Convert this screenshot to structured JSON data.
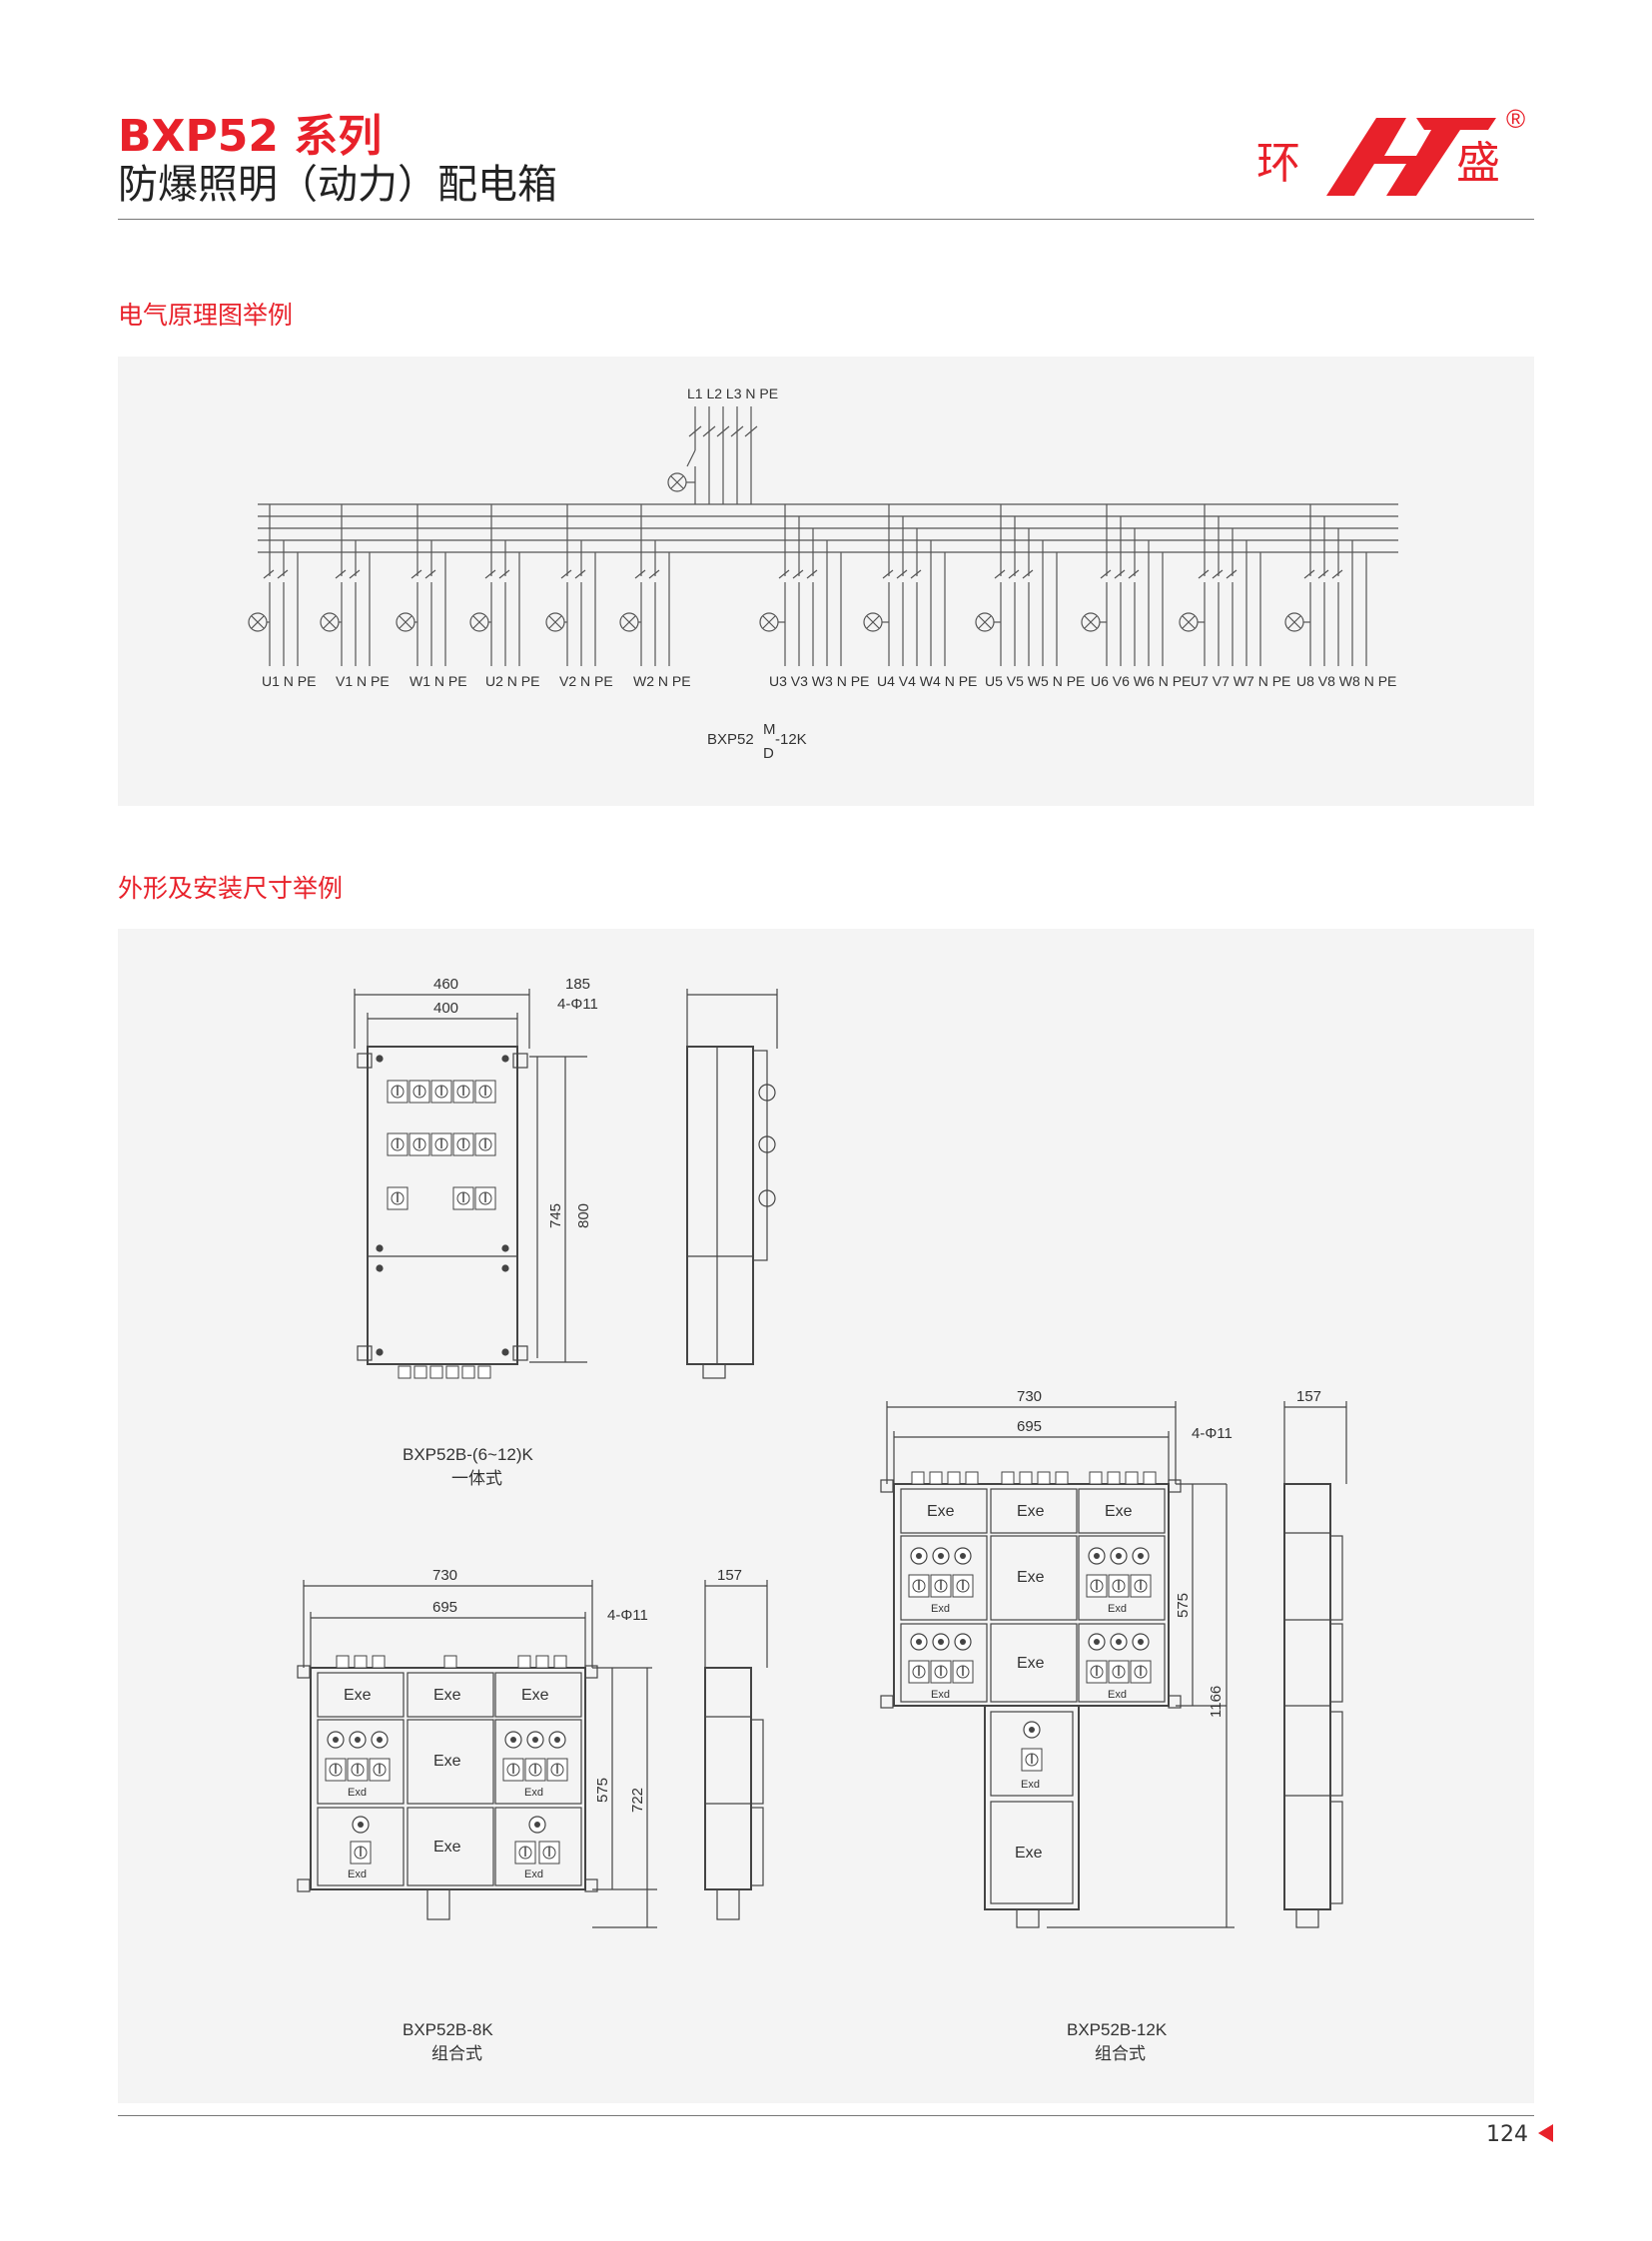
{
  "header": {
    "series": "BXP52 系列",
    "subtitle": "防爆照明（动力）配电箱"
  },
  "logo": {
    "left_char": "环",
    "right_char": "盛",
    "reg": "®",
    "brand_color": "#e8212a"
  },
  "sections": {
    "schematic_title": "电气原理图举例",
    "dimensions_title": "外形及安装尺寸举例"
  },
  "schematic": {
    "bus_labels": "L1 L2 L3 N PE",
    "single_phase_outputs": [
      "U1 N  PE",
      "V1  N  PE",
      "W1 N  PE",
      "U2  N  PE",
      "V2  N  PE",
      "W2  N  PE"
    ],
    "three_phase_outputs": [
      "U3 V3 W3 N  PE",
      "U4 V4 W4 N  PE",
      "U5 V5 W5 N  PE",
      "U6 V6 W6 N PE",
      "U7 V7 W7 N  PE",
      "U8 V8 W8 N  PE"
    ],
    "model_prefix": "BXP52",
    "model_top": "M",
    "model_bottom": "D",
    "model_suffix": "-12K"
  },
  "drawings": {
    "integral": {
      "dim_width_outer": "460",
      "dim_width_inner": "400",
      "dim_hole": "4-Φ11",
      "dim_depth": "185",
      "dim_h_inner": "745",
      "dim_h_outer": "800",
      "model": "BXP52B-(6~12)K",
      "type": "一体式"
    },
    "combo8": {
      "dim_width_outer": "730",
      "dim_width_inner": "695",
      "dim_hole": "4-Φ11",
      "dim_depth": "157",
      "dim_h_inner": "575",
      "dim_h_outer": "722",
      "model": "BXP52B-8K",
      "type": "组合式"
    },
    "combo12": {
      "dim_width_outer": "730",
      "dim_width_inner": "695",
      "dim_hole": "4-Φ11",
      "dim_depth": "157",
      "dim_h_inner": "575",
      "dim_h_outer": "1166",
      "model": "BXP52B-12K",
      "type": "组合式"
    },
    "module_labels": {
      "exe": "Exe",
      "exd": "Exd"
    }
  },
  "footer": {
    "page_number": "124"
  }
}
